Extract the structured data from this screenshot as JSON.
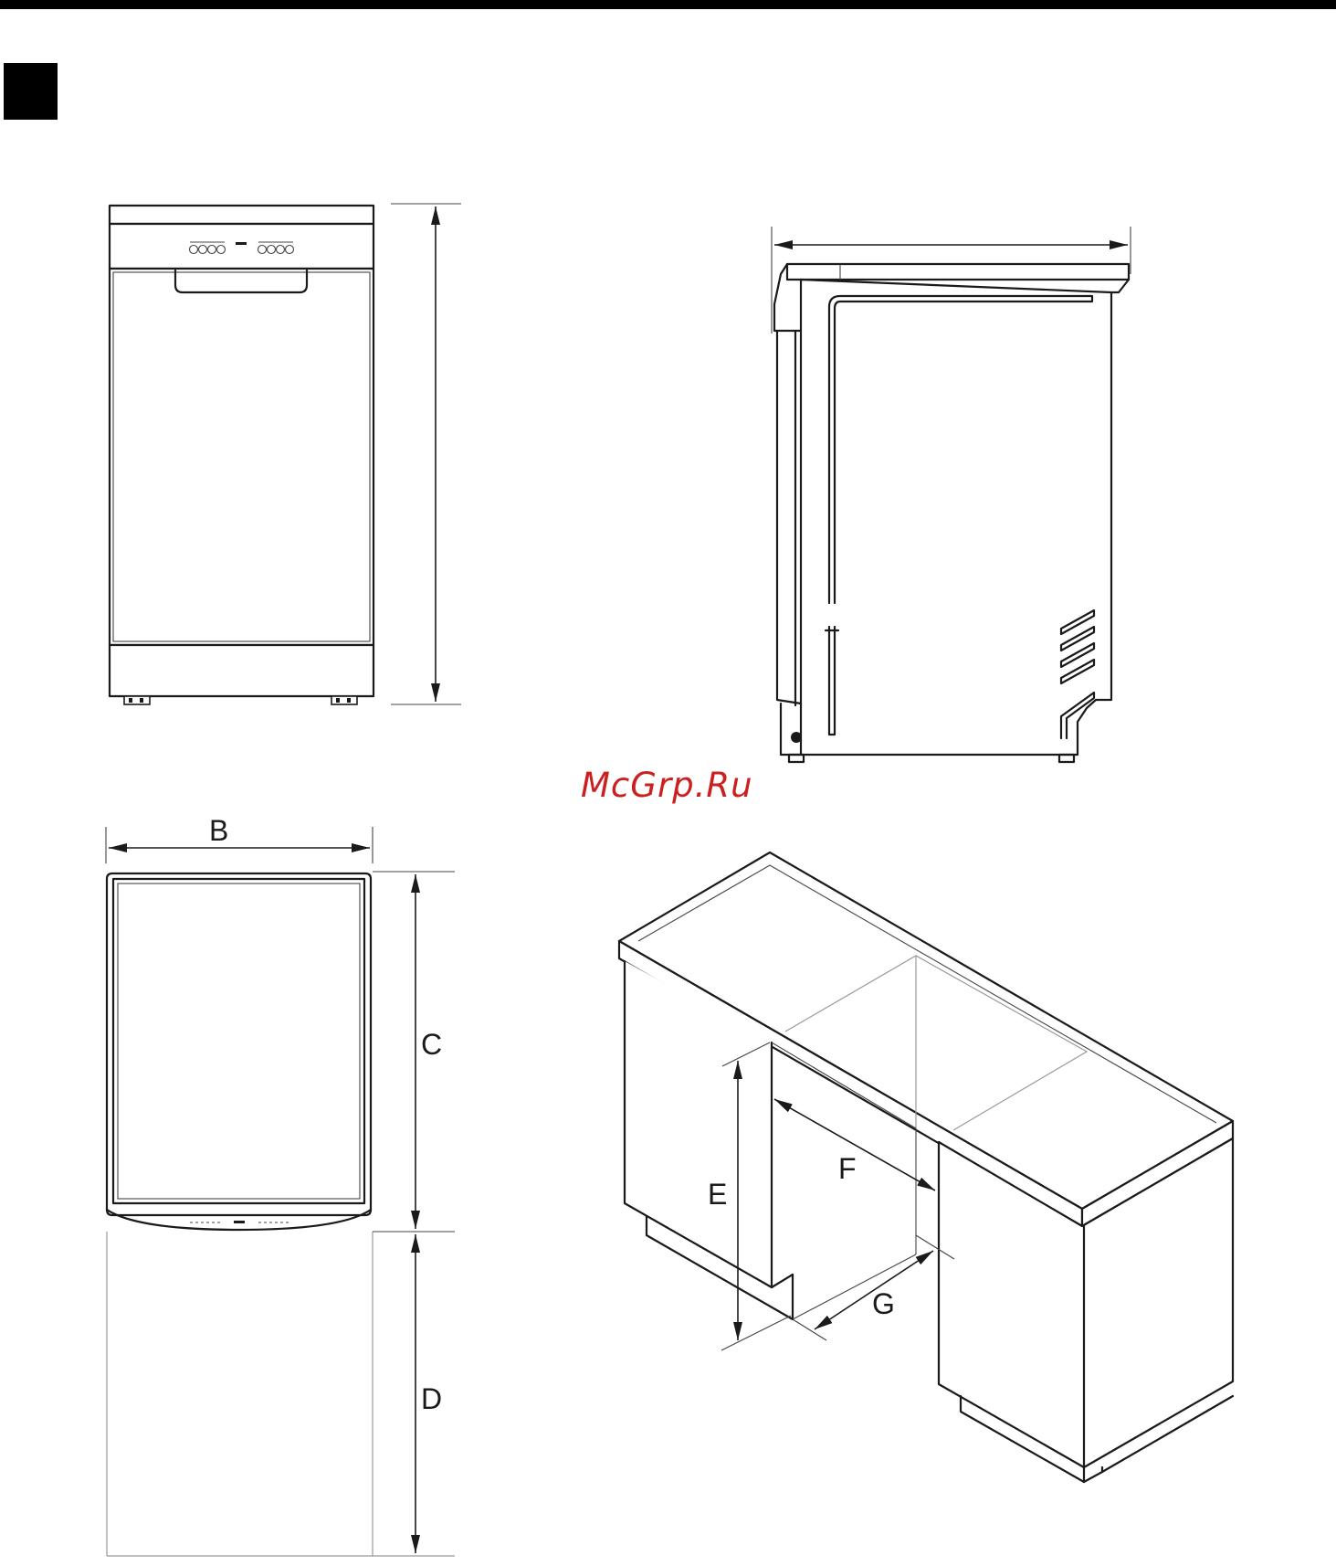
{
  "labels": {
    "B": "B",
    "C": "C",
    "D": "D",
    "E": "E",
    "F": "F",
    "G": "G"
  },
  "watermark": "McGrp.Ru",
  "colors": {
    "line": "#1a1a1a",
    "header_bar": "#000000",
    "watermark": "#cc2020"
  }
}
